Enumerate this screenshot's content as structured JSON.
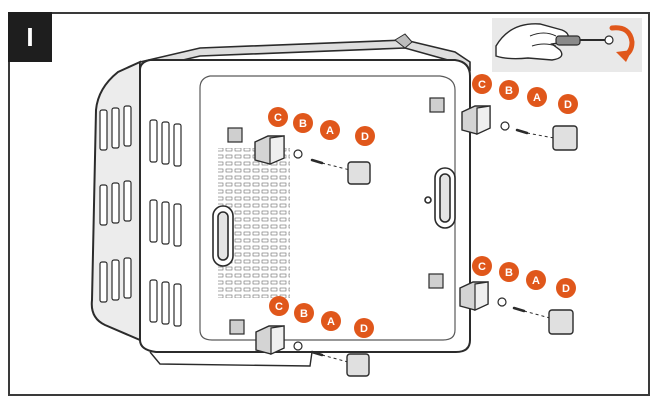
{
  "step": {
    "label": "I"
  },
  "colors": {
    "callout": "#e0571b",
    "line": "#2b2b2b",
    "shade": "#d4d4d4",
    "light": "#ececec"
  },
  "icons": {
    "hand": "hand-with-screwdriver-icon",
    "rotate": "rotate-arrow-icon"
  },
  "callout_letters": [
    "C",
    "B",
    "A",
    "D"
  ],
  "corners": [
    {
      "id": "top-left",
      "letters": [
        "C",
        "B",
        "A",
        "D"
      ]
    },
    {
      "id": "top-right",
      "letters": [
        "C",
        "B",
        "A",
        "D"
      ]
    },
    {
      "id": "bottom-left",
      "letters": [
        "C",
        "B",
        "A",
        "D"
      ]
    },
    {
      "id": "bottom-right",
      "letters": [
        "C",
        "B",
        "A",
        "D"
      ]
    }
  ]
}
